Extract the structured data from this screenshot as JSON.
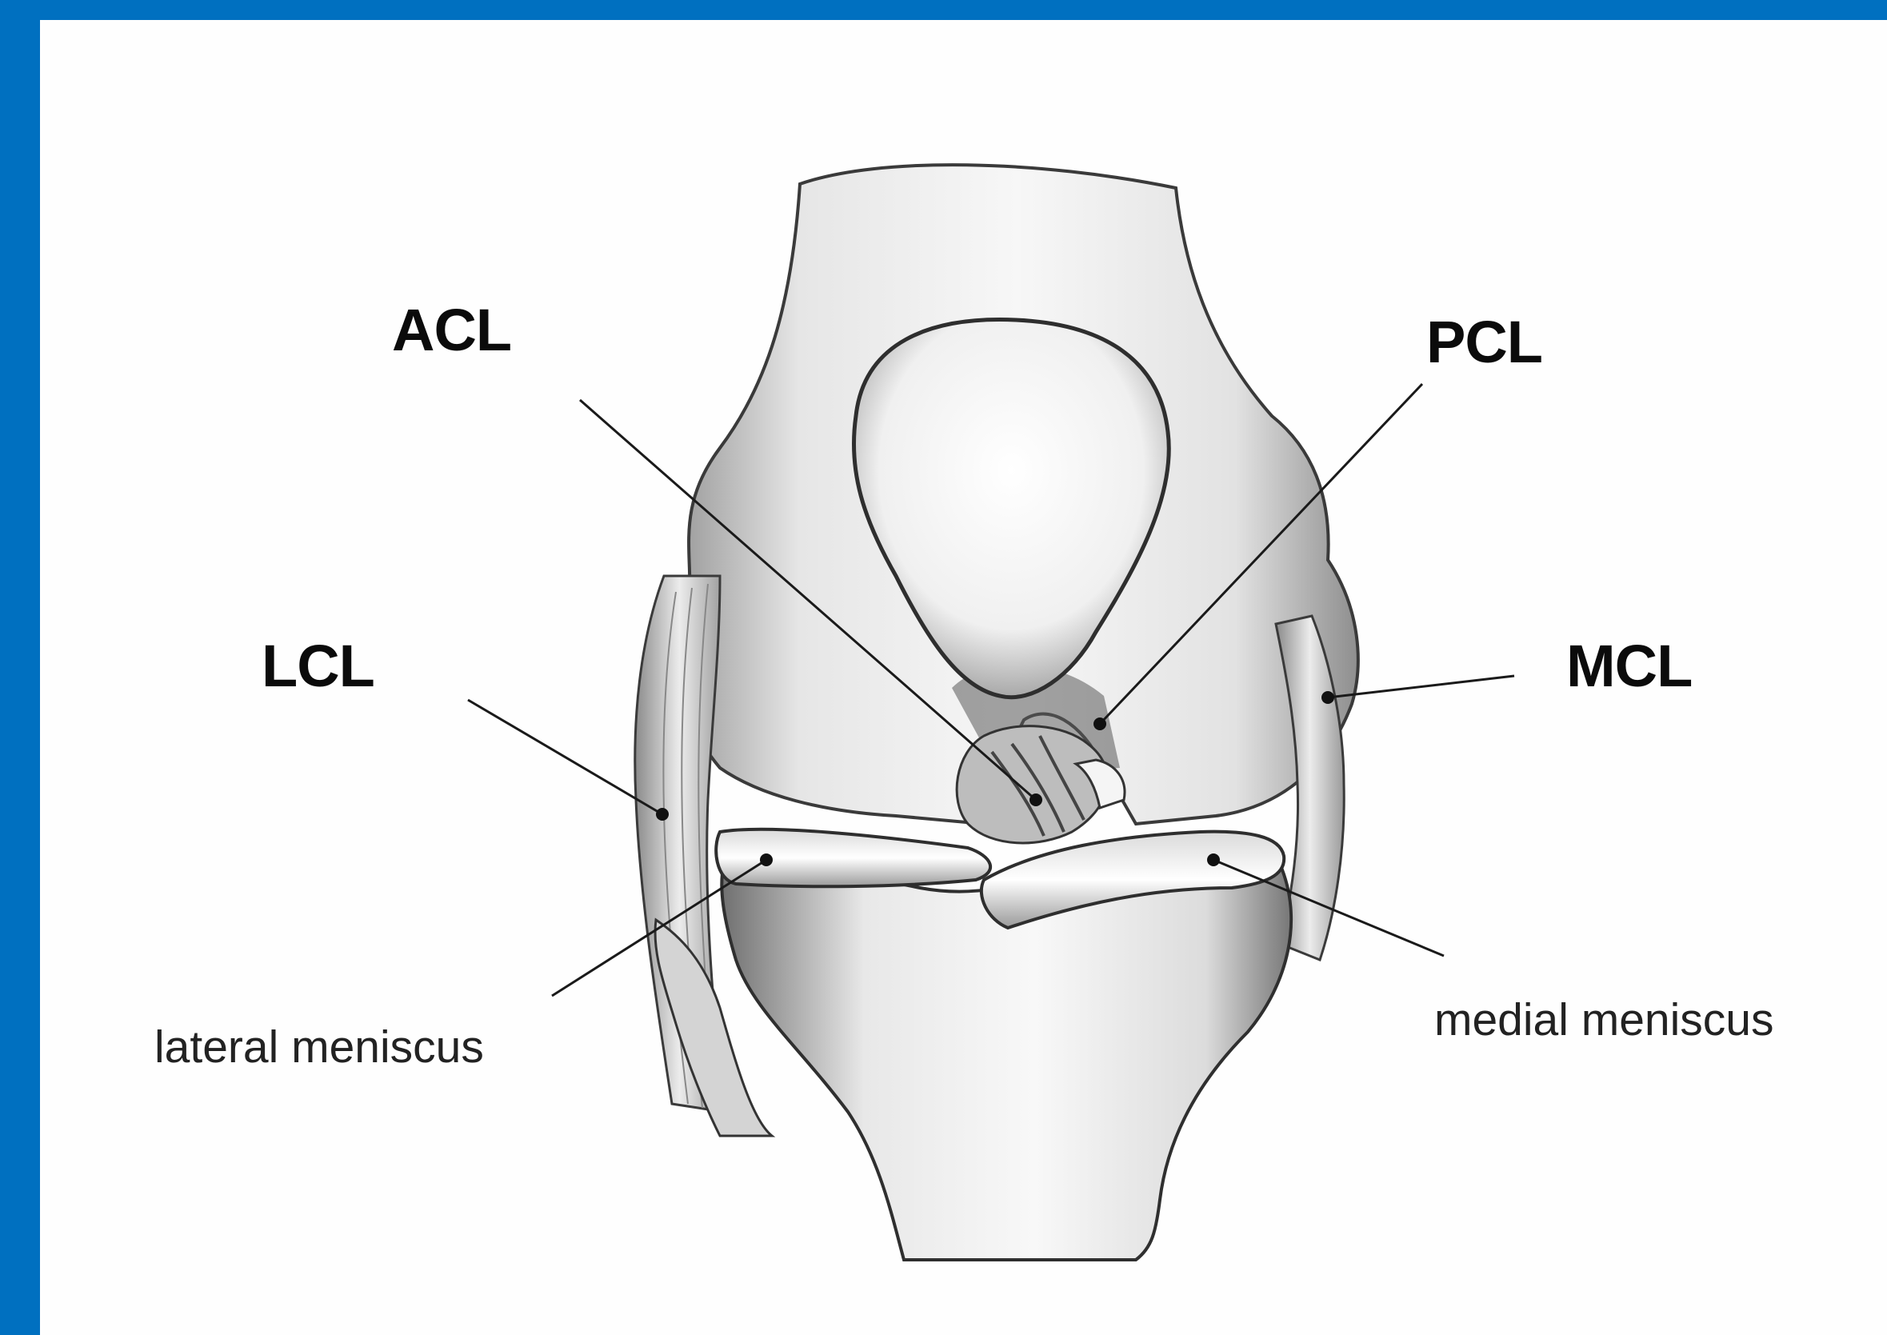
{
  "colors": {
    "frame": "#0070c0",
    "background": "#fefefe",
    "ink": "#111111",
    "bone": "#f2f2f2"
  },
  "labels": {
    "acl": "ACL",
    "pcl": "PCL",
    "lcl": "LCL",
    "mcl": "MCL",
    "lateral_meniscus": "lateral meniscus",
    "medial_meniscus": "medial meniscus"
  }
}
